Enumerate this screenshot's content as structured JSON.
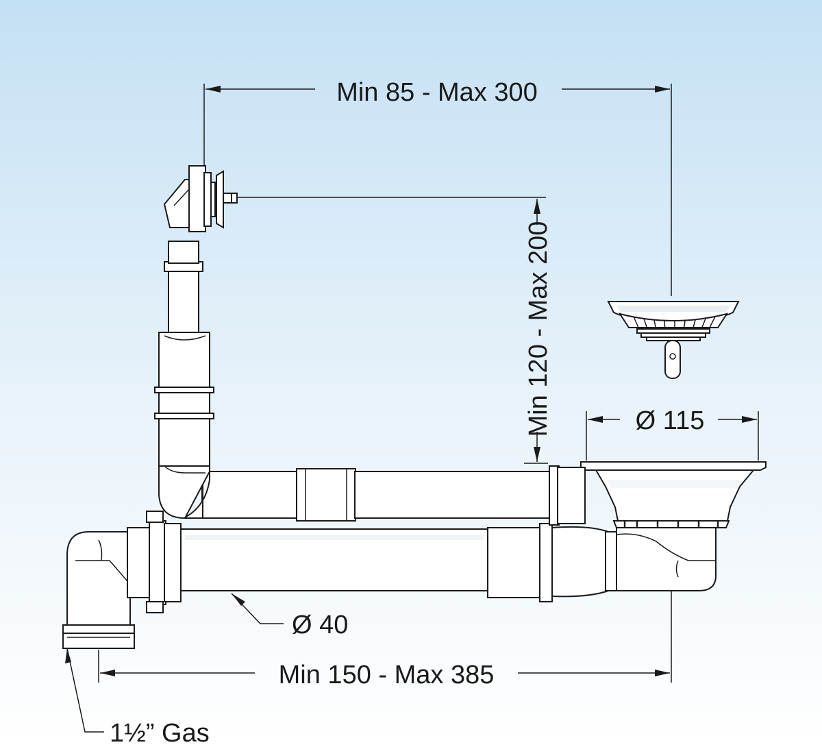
{
  "dimensions": {
    "top_width": "Min 85 - Max 300",
    "vertical_height": "Min 120 - Max 200",
    "strainer_diameter": "Ø 115",
    "pipe_diameter": "Ø 40",
    "bottom_width": "Min 150 - Max 385",
    "outlet_thread": "1½” Gas"
  },
  "colors": {
    "background_top": "#c4e0f4",
    "background_bottom": "#ffffff",
    "line": "#1a1a1a",
    "pipe_fill": "#ffffff"
  }
}
